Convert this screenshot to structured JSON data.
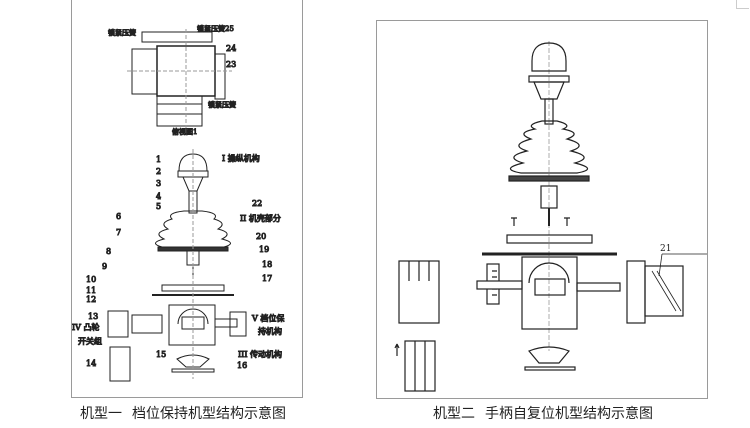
{
  "figure1": {
    "caption_model": "机型一",
    "caption_title": "档位保持机型结构示意图",
    "top_view_labels": {
      "spring_left": "锁紧压簧",
      "spring_right": "锁紧压簧25",
      "n24": "24",
      "n23": "23",
      "spring_bottom": "锁紧压簧",
      "view": "俯视图1"
    },
    "part_numbers": [
      "1",
      "2",
      "3",
      "4",
      "5",
      "6",
      "7",
      "8",
      "9",
      "10",
      "11",
      "12",
      "13",
      "14",
      "15",
      "16",
      "17",
      "18",
      "19",
      "20",
      "22"
    ],
    "assemblies": {
      "I": "I 操纵机构",
      "II": "II 机壳部分",
      "III": "III 传动机构",
      "IV_a": "IV 凸轮",
      "IV_b": "开关组",
      "V_a": "V 档位保",
      "V_b": "持机构"
    }
  },
  "figure2": {
    "caption_model": "机型二",
    "caption_title": "手柄自复位机型结构示意图",
    "part_number": "21"
  }
}
